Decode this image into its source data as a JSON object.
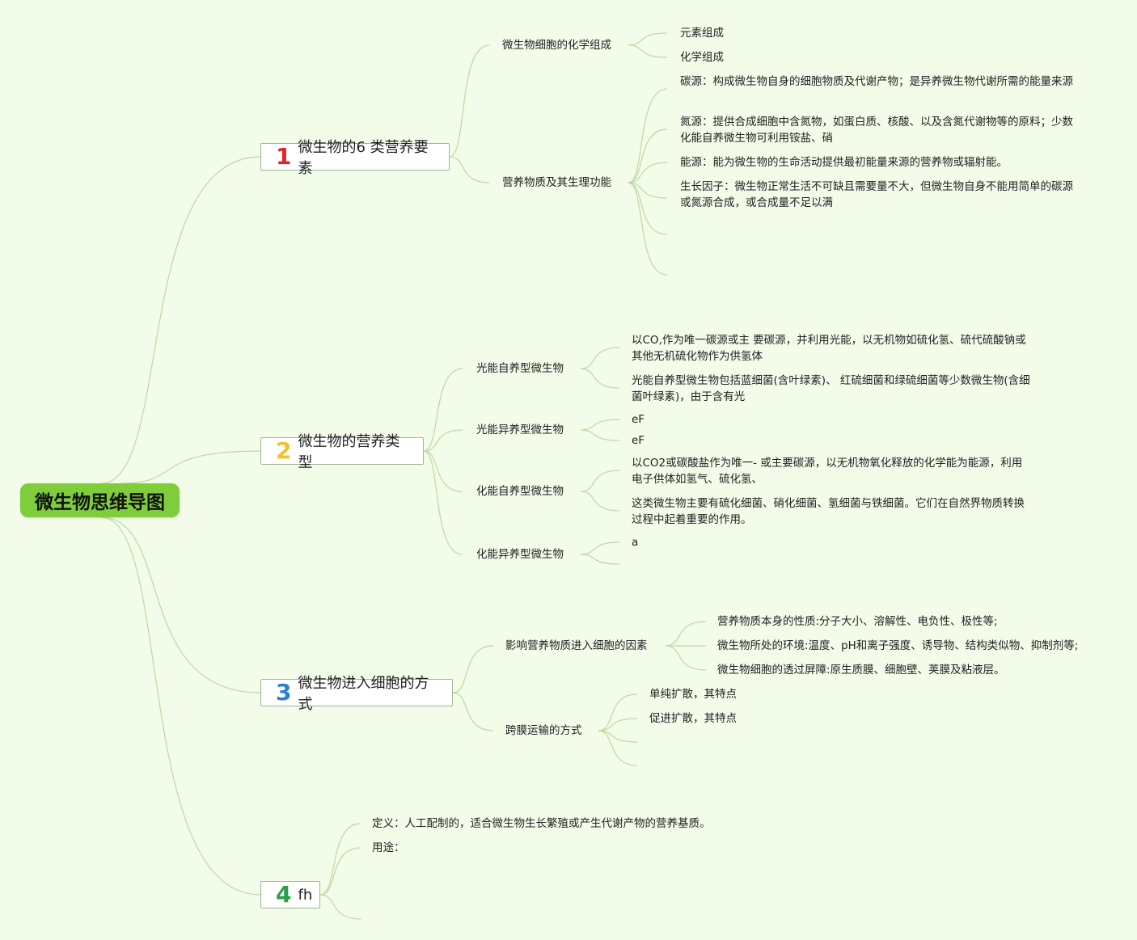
{
  "root": {
    "title": "微生物思维导图"
  },
  "colors": {
    "root_fill": "#7fcd3a",
    "link": "#b8dba0",
    "badge1": "#e3242b",
    "badge2": "#f2c12e",
    "badge3": "#2a7fd4",
    "badge4": "#2aa043",
    "background": "#f3fbe9"
  },
  "branches": [
    {
      "badge": "1",
      "label": "微生物的6 类营养要素",
      "children": [
        {
          "label": "微生物细胞的化学组成",
          "items": [
            "元素组成",
            "化学组成"
          ]
        },
        {
          "label": "营养物质及其生理功能",
          "items": [
            "碳源：构成微生物自身的细胞物质及代谢产物；是异养微生物代谢所需的能量来源",
            "氮源：提供合成细胞中含氮物，如蛋白质、核酸、以及含氮代谢物等的原料；少数化能自养微生物可利用铵盐、硝",
            "能源：能为微生物的生命活动提供最初能量来源的营养物或辐射能。",
            "生长因子：微生物正常生活不可缺且需要量不大，但微生物自身不能用简单的碳源或氮源合成，或合成量不足以满"
          ]
        }
      ]
    },
    {
      "badge": "2",
      "label": "微生物的营养类型",
      "children": [
        {
          "label": "光能自养型微生物",
          "items": [
            "以CO,作为唯一碳源或主 要碳源，并利用光能，以无机物如硫化氢、硫代硫酸钠或其他无机硫化物作为供氢体",
            "光能自养型微生物包括蓝细菌(含叶绿素)、 红硫细菌和绿硫细菌等少数微生物(含细菌叶绿素)，由于含有光"
          ]
        },
        {
          "label": "光能异养型微生物",
          "items": [
            "eF",
            "eF"
          ]
        },
        {
          "label": "化能自养型微生物",
          "items": [
            "以CO2或碳酸盐作为唯一- 或主要碳源，以无机物氧化释放的化学能为能源，利用电子供体如氢气、硫化氢、",
            "这类微生物主要有硫化细菌、硝化细菌、氢细菌与铁细菌。它们在自然界物质转换过程中起着重要的作用。"
          ]
        },
        {
          "label": "化能异养型微生物",
          "items": [
            "a"
          ]
        }
      ]
    },
    {
      "badge": "3",
      "label": "微生物进入细胞的方式",
      "children": [
        {
          "label": "影响营养物质进入细胞的因素",
          "items": [
            "营养物质本身的性质:分子大小、溶解性、电负性、极性等;",
            "微生物所处的环境:温度、pH和离子强度、诱导物、结构类似物、抑制剂等;",
            "微生物细胞的透过屏障:原生质膜、细胞壁、荚膜及粘液层。"
          ]
        },
        {
          "label": "跨膜运输的方式",
          "items": [
            "单纯扩散，其特点",
            "促进扩散，其特点"
          ]
        }
      ]
    },
    {
      "badge": "4",
      "label": "fh",
      "items": [
        "定义：人工配制的，适合微生物生长繁殖或产生代谢产物的营养基质。",
        "用途："
      ]
    }
  ]
}
